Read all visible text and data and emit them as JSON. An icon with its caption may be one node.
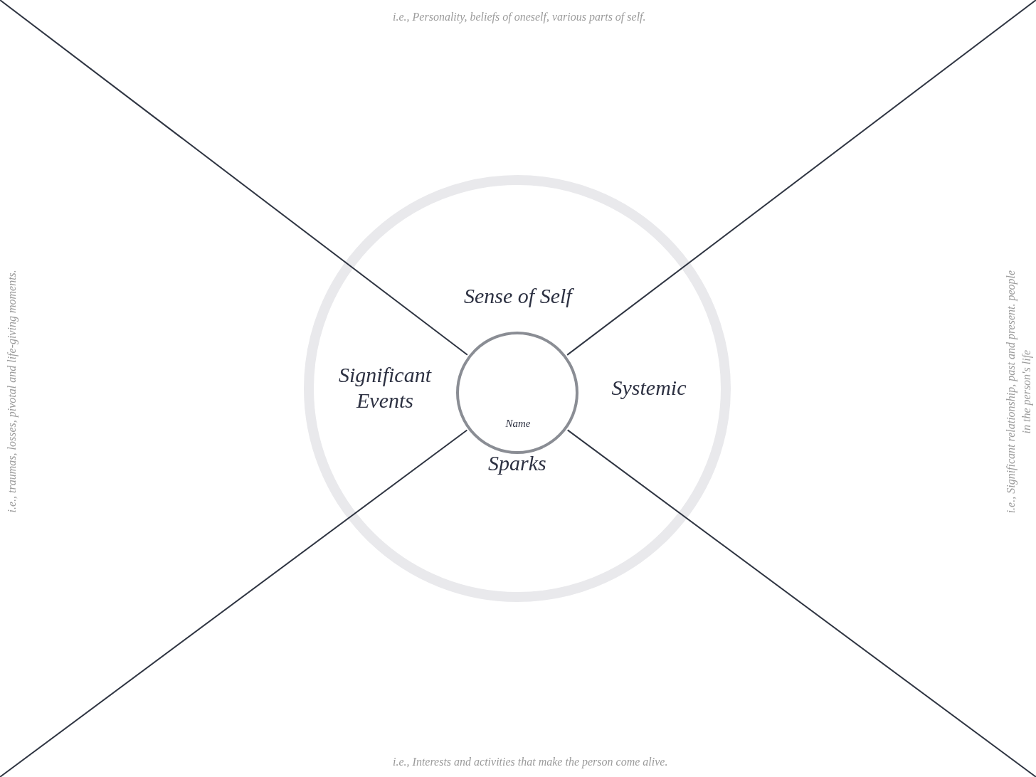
{
  "diagram": {
    "nodes": [
      {
        "text": [
          "Sense of Self",
          "Significant Events",
          "Systemic",
          "Sparks"
        ]
      },
      {
        "text": [
          "Name"
        ],
        "in": 0
      }
    ],
    "labels": [
      "i.e., Personality, beliefs of oneself, various parts of self.",
      "i.e., traumas, losses, pivotal and life-giving moments.",
      "i.e., Significant relationship, past and present. people in the person's life",
      "i.e., Interests and activities that make the person come alive."
    ]
  }
}
